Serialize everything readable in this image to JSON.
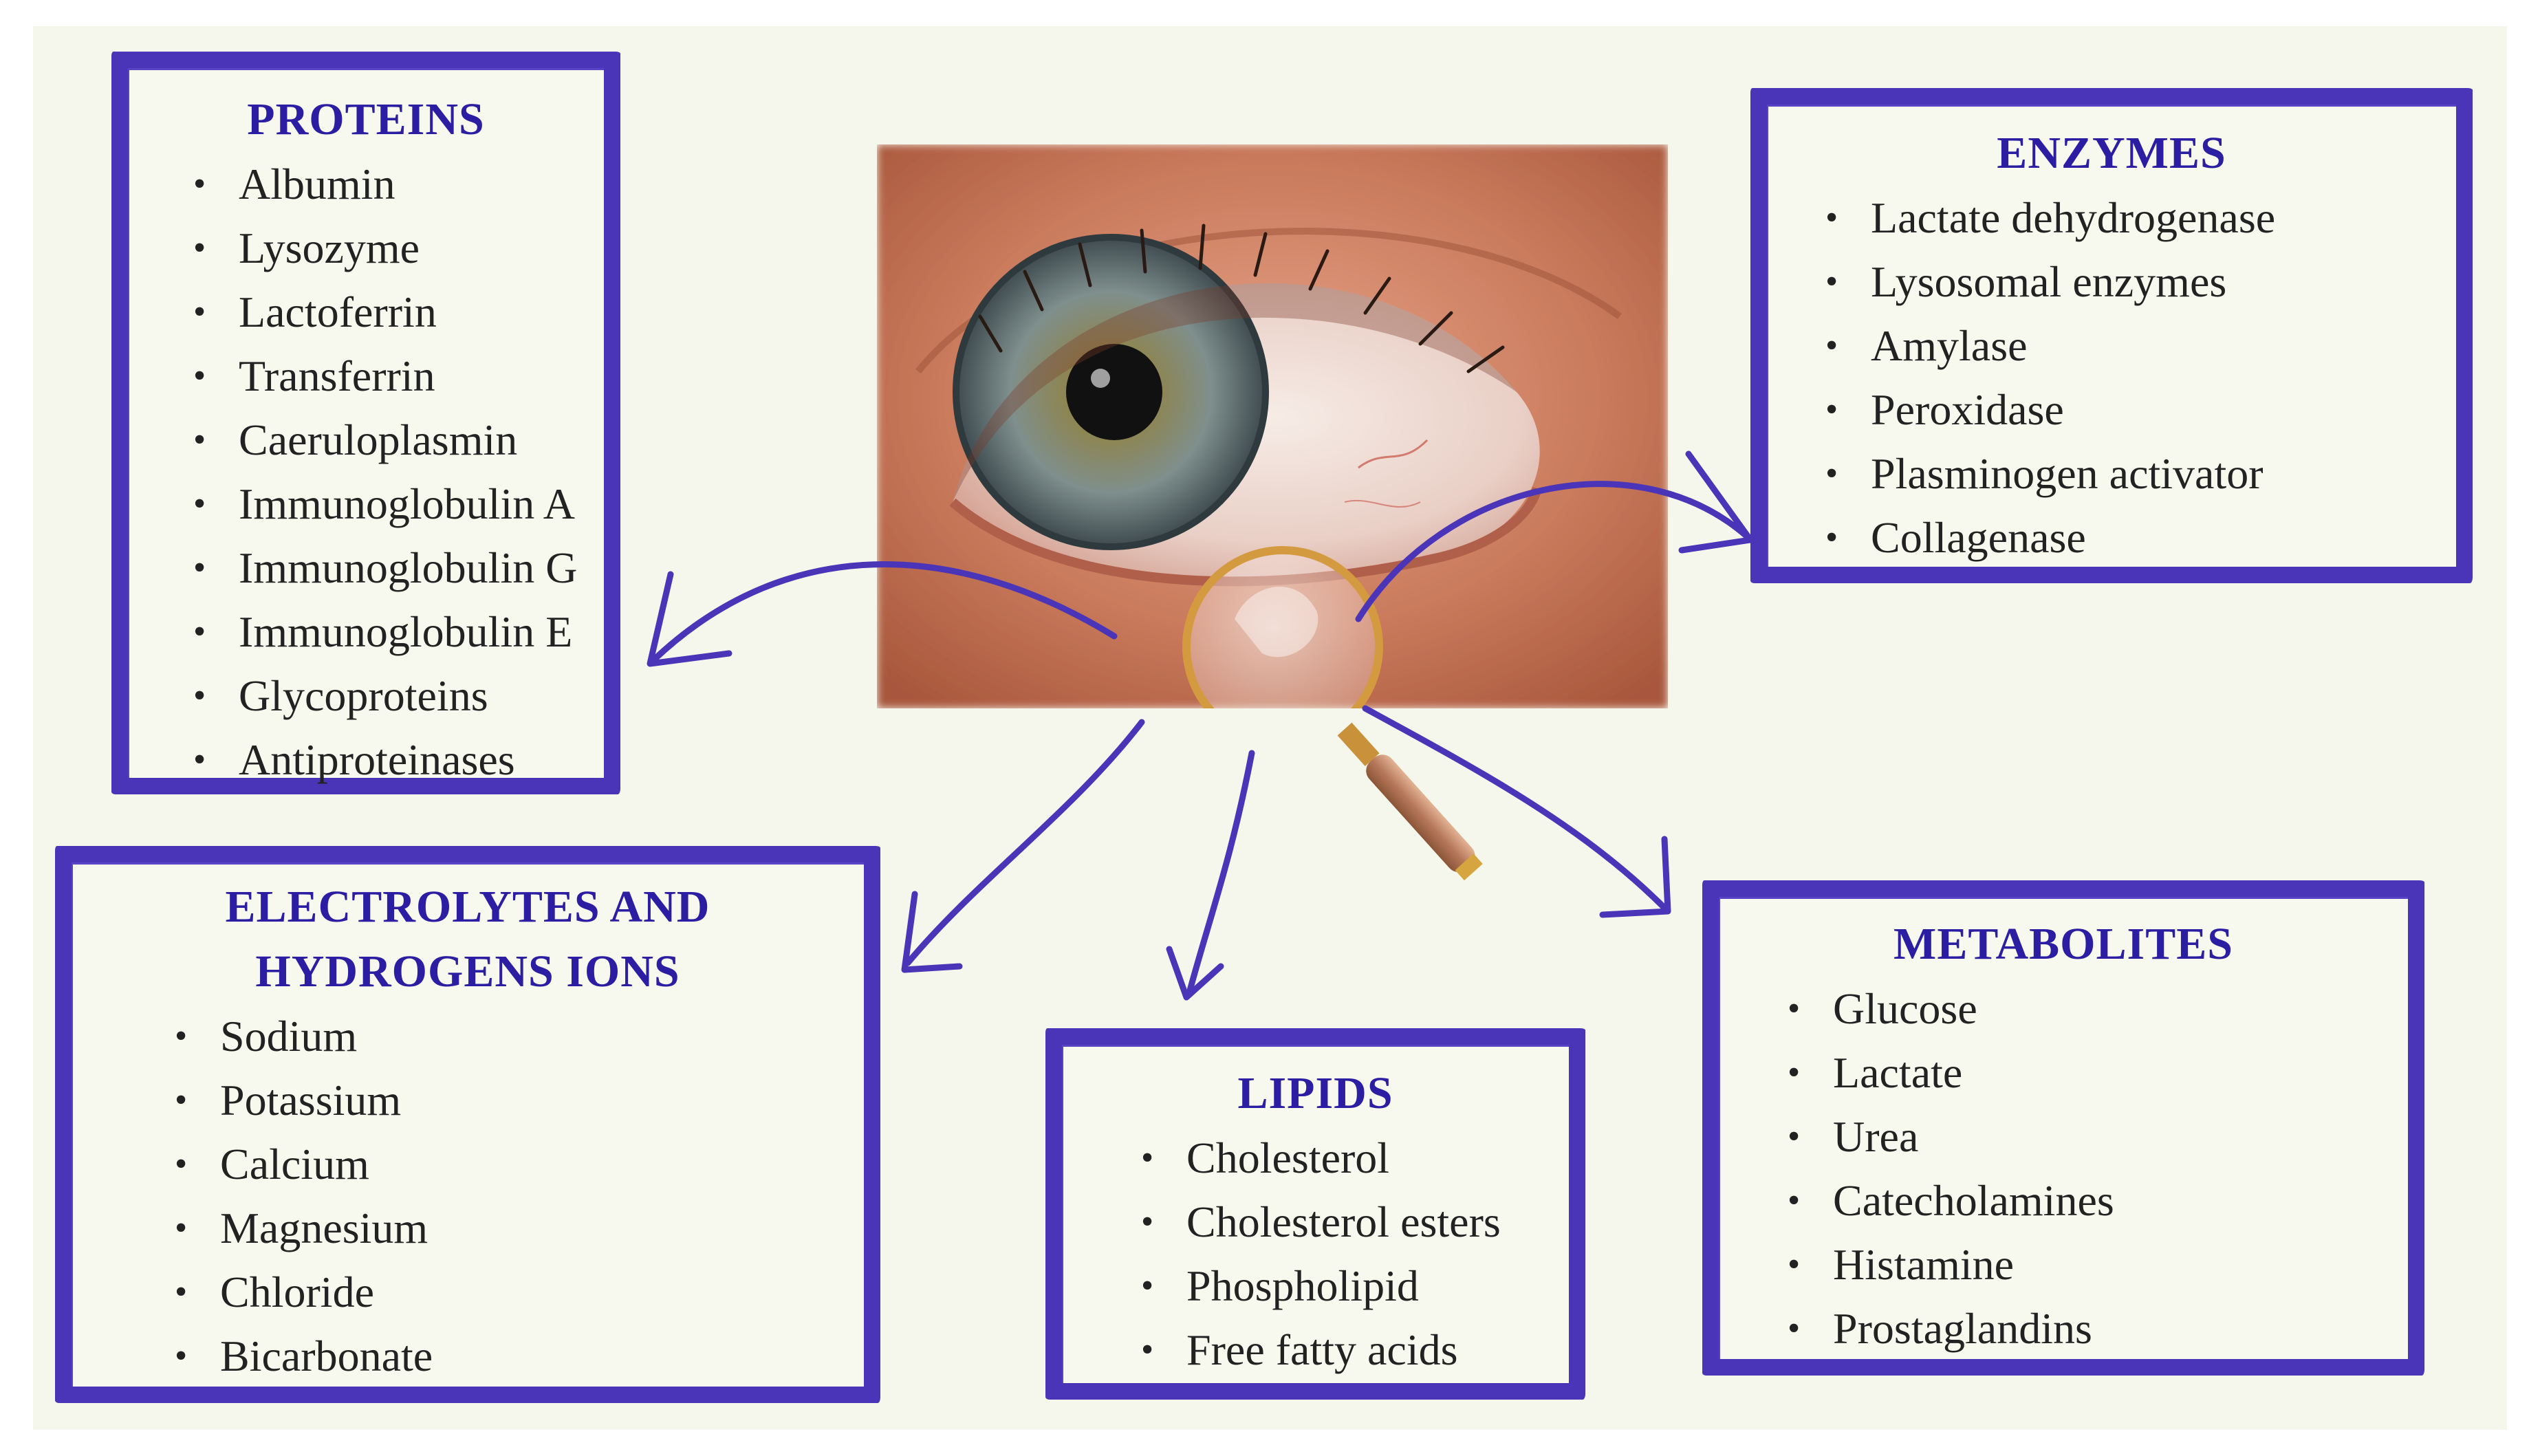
{
  "colors": {
    "frame": "#4a34b8",
    "title": "#2b1ea3",
    "background": "#f6f7ec"
  },
  "image": {
    "subject": "eye-with-magnifying-glass"
  },
  "boxes": {
    "proteins": {
      "title": "PROTEINS",
      "items": [
        "Albumin",
        "Lysozyme",
        "Lactoferrin",
        "Transferrin",
        "Caeruloplasmin",
        "Immunoglobulin A",
        "Immunoglobulin G",
        "Immunoglobulin E",
        "Glycoproteins",
        "Antiproteinases"
      ]
    },
    "enzymes": {
      "title": "ENZYMES",
      "items": [
        "Lactate dehydrogenase",
        "Lysosomal enzymes",
        "Amylase",
        "Peroxidase",
        "Plasminogen activator",
        "Collagenase"
      ]
    },
    "electrolytes": {
      "title_line1": "ELECTROLYTES AND",
      "title_line2": "HYDROGENS IONS",
      "items": [
        "Sodium",
        "Potassium",
        "Calcium",
        "Magnesium",
        "Chloride",
        "Bicarbonate"
      ]
    },
    "lipids": {
      "title": "LIPIDS",
      "items": [
        "Cholesterol",
        "Cholesterol esters",
        "Phospholipid",
        "Free fatty acids"
      ]
    },
    "metabolites": {
      "title": "METABOLITES",
      "items": [
        "Glucose",
        "Lactate",
        "Urea",
        "Catecholamines",
        "Histamine",
        "Prostaglandins"
      ]
    }
  }
}
